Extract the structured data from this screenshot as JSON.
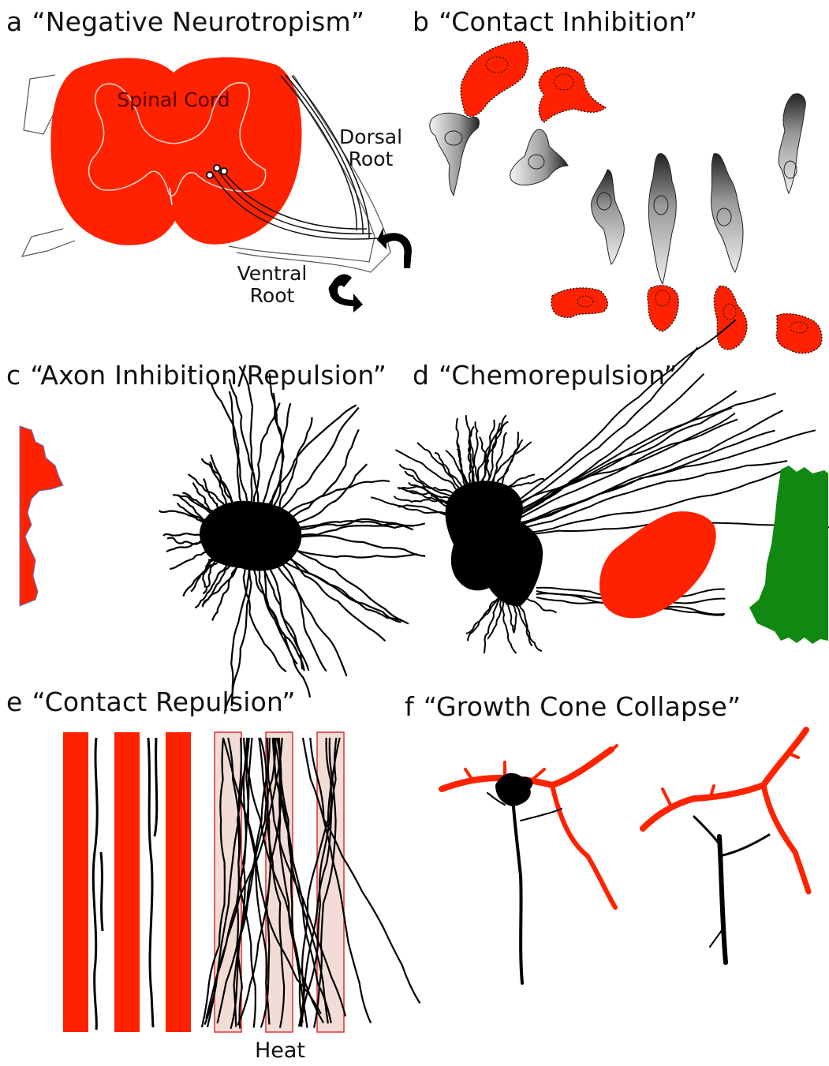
{
  "panels": [
    {
      "letter": "a",
      "title": "“Negative Neurotropism”",
      "labels": {
        "spinal_cord": "Spinal Cord",
        "dorsal_root": "Dorsal\nRoot",
        "ventral_root": "Ventral\nRoot"
      }
    },
    {
      "letter": "b",
      "title": "“Contact Inhibition”"
    },
    {
      "letter": "c",
      "title": "“Axon Inhibition/Repulsion”"
    },
    {
      "letter": "d",
      "title": "“Chemorepulsion”"
    },
    {
      "letter": "e",
      "title": "“Contact Repulsion”",
      "labels": {
        "heat": "Heat"
      }
    },
    {
      "letter": "f",
      "title": "“Growth Cone Collapse”"
    }
  ],
  "colors": {
    "inhibitory": "#ff2200",
    "permissive": "#118811",
    "neuron": "#000000"
  }
}
